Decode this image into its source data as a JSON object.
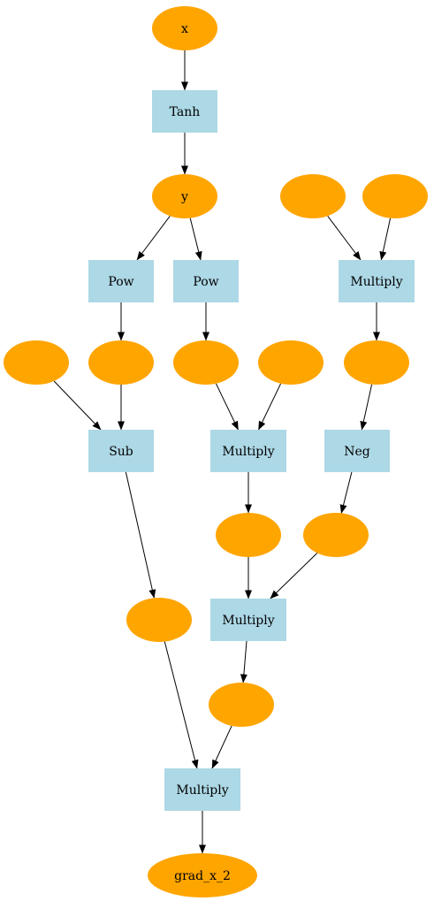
{
  "graph": {
    "colors": {
      "variable": "#ffa500",
      "operation": "#add8e6",
      "edge": "#000000"
    },
    "nodes": [
      {
        "id": "x",
        "kind": "variable",
        "label": "x"
      },
      {
        "id": "tanh",
        "kind": "operation",
        "label": "Tanh"
      },
      {
        "id": "y",
        "kind": "variable",
        "label": "y"
      },
      {
        "id": "in1",
        "kind": "variable",
        "label": ""
      },
      {
        "id": "in2",
        "kind": "variable",
        "label": ""
      },
      {
        "id": "pow1",
        "kind": "operation",
        "label": "Pow"
      },
      {
        "id": "pow2",
        "kind": "operation",
        "label": "Pow"
      },
      {
        "id": "mul1",
        "kind": "operation",
        "label": "Multiply"
      },
      {
        "id": "c1",
        "kind": "variable",
        "label": ""
      },
      {
        "id": "p1",
        "kind": "variable",
        "label": ""
      },
      {
        "id": "p2",
        "kind": "variable",
        "label": ""
      },
      {
        "id": "c2",
        "kind": "variable",
        "label": ""
      },
      {
        "id": "m1",
        "kind": "variable",
        "label": ""
      },
      {
        "id": "sub",
        "kind": "operation",
        "label": "Sub"
      },
      {
        "id": "mul2",
        "kind": "operation",
        "label": "Multiply"
      },
      {
        "id": "neg",
        "kind": "operation",
        "label": "Neg"
      },
      {
        "id": "m2",
        "kind": "variable",
        "label": ""
      },
      {
        "id": "n1",
        "kind": "variable",
        "label": ""
      },
      {
        "id": "s1",
        "kind": "variable",
        "label": ""
      },
      {
        "id": "mul3",
        "kind": "operation",
        "label": "Multiply"
      },
      {
        "id": "m3",
        "kind": "variable",
        "label": ""
      },
      {
        "id": "mul4",
        "kind": "operation",
        "label": "Multiply"
      },
      {
        "id": "out",
        "kind": "variable",
        "label": "grad_x_2"
      }
    ],
    "edges": [
      [
        "x",
        "tanh"
      ],
      [
        "tanh",
        "y"
      ],
      [
        "y",
        "pow1"
      ],
      [
        "y",
        "pow2"
      ],
      [
        "in1",
        "mul1"
      ],
      [
        "in2",
        "mul1"
      ],
      [
        "pow1",
        "p1"
      ],
      [
        "pow2",
        "p2"
      ],
      [
        "mul1",
        "m1"
      ],
      [
        "c1",
        "sub"
      ],
      [
        "p1",
        "sub"
      ],
      [
        "p2",
        "mul2"
      ],
      [
        "c2",
        "mul2"
      ],
      [
        "m1",
        "neg"
      ],
      [
        "sub",
        "s1"
      ],
      [
        "mul2",
        "m2"
      ],
      [
        "neg",
        "n1"
      ],
      [
        "m2",
        "mul3"
      ],
      [
        "n1",
        "mul3"
      ],
      [
        "mul3",
        "m3"
      ],
      [
        "s1",
        "mul4"
      ],
      [
        "m3",
        "mul4"
      ],
      [
        "mul4",
        "out"
      ]
    ]
  }
}
